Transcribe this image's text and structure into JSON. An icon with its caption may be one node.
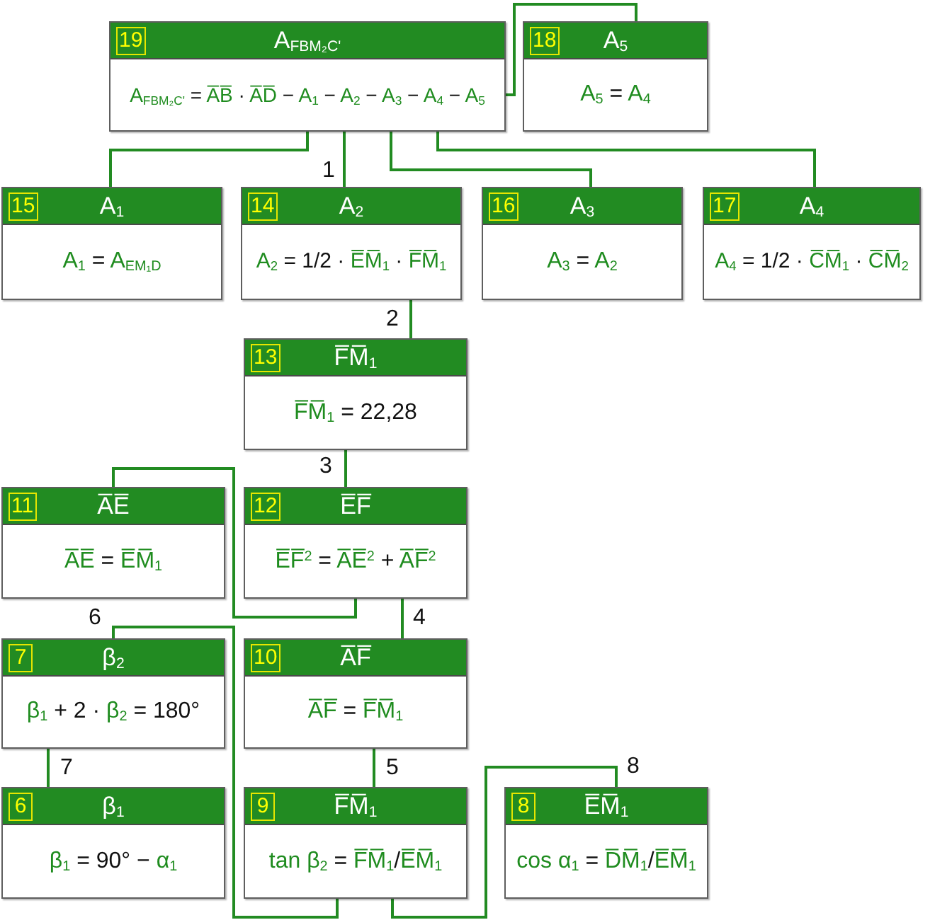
{
  "diagram": {
    "nodes": [
      {
        "text": [
          "A$_{FBM₂C'}$",
          "A$_{FBM₂C'}$ = A̅B̅ · A̅D̅ − A$_{1}$ − A$_{2}$ − A$_{3}$ − A$_{4}$ − A$_{5}$"
        ]
      },
      {
        "text": [
          "19"
        ],
        "in": 0
      },
      {
        "text": [
          "A$_{5}$",
          "A$_{5}$ = A$_{4}$"
        ]
      },
      {
        "text": [
          "18"
        ],
        "in": 2
      },
      {
        "text": [
          "A$_{1}$",
          "A$_{1}$ = A$_{EM₁D}$"
        ]
      },
      {
        "text": [
          "15"
        ],
        "in": 4
      },
      {
        "text": [
          "A$_{2}$",
          "A$_{2}$ = 1/2 · E̅M̅$_{1}$ · F̅M̅$_{1}$"
        ]
      },
      {
        "text": [
          "14"
        ],
        "in": 6
      },
      {
        "text": [
          "A$_{3}$",
          "A$_{3}$ = A$_{2}$"
        ]
      },
      {
        "text": [
          "16"
        ],
        "in": 8
      },
      {
        "text": [
          "A$_{4}$",
          "A$_{4}$ = 1/2 · C̅M̅$_{1}$ · C̅M̅$_{2}$"
        ]
      },
      {
        "text": [
          "17"
        ],
        "in": 10
      },
      {
        "text": [
          "F̅M̅$_{1}$",
          "F̅M̅$_{1}$ = 22,28"
        ]
      },
      {
        "text": [
          "13"
        ],
        "in": 12
      },
      {
        "text": [
          "A̅E̅",
          "A̅E̅ = E̅M̅$_{1}$"
        ]
      },
      {
        "text": [
          "11"
        ],
        "in": 14
      },
      {
        "text": [
          "E̅F̅",
          "E̅F̅$^{2}$ = A̅E̅$^{2}$ + A̅F̅$^{2}$"
        ]
      },
      {
        "text": [
          "12"
        ],
        "in": 16
      },
      {
        "text": [
          "β$_{2}$",
          "β$_{1}$ + 2 · β$_{2}$ = 180°"
        ]
      },
      {
        "text": [
          "7"
        ],
        "in": 18
      },
      {
        "text": [
          "A̅F̅",
          "A̅F̅ = F̅M̅$_{1}$"
        ]
      },
      {
        "text": [
          "10"
        ],
        "in": 20
      },
      {
        "text": [
          "β$_{1}$",
          "β$_{1}$ = 90° − α$_{1}$"
        ]
      },
      {
        "text": [
          "6"
        ],
        "in": 22
      },
      {
        "text": [
          "F̅M̅$_{1}$",
          "tan β$_{2}$ = F̅M̅$_{1}$/E̅M̅$_{1}$"
        ]
      },
      {
        "text": [
          "9"
        ],
        "in": 24
      },
      {
        "text": [
          "E̅M̅$_{1}$",
          "cos α$_{1}$ = D̅M̅$_{1}$/E̅M̅$_{1}$"
        ]
      },
      {
        "text": [
          "8"
        ],
        "in": 26
      }
    ],
    "edges": [
      {
        "from": 0,
        "to": 2,
        "arrow": "none"
      },
      {
        "from": 0,
        "to": 4,
        "arrow": "none"
      },
      {
        "from": 0,
        "to": 6,
        "arrow": "none",
        "label": "1"
      },
      {
        "from": 0,
        "to": 8,
        "arrow": "none"
      },
      {
        "from": 0,
        "to": 10,
        "arrow": "none"
      },
      {
        "from": 6,
        "to": 12,
        "arrow": "none",
        "label": "2"
      },
      {
        "from": 12,
        "to": 16,
        "arrow": "none",
        "label": "3"
      },
      {
        "from": 16,
        "to": 14,
        "arrow": "none"
      },
      {
        "from": 16,
        "to": 20,
        "arrow": "none",
        "label": "4"
      },
      {
        "from": 20,
        "to": 24,
        "arrow": "none",
        "label": "5"
      },
      {
        "from": 24,
        "to": 18,
        "arrow": "none",
        "label": "6"
      },
      {
        "from": 18,
        "to": 22,
        "arrow": "none",
        "label": "7"
      },
      {
        "from": 24,
        "to": 26,
        "arrow": "none",
        "label": "8"
      }
    ]
  }
}
